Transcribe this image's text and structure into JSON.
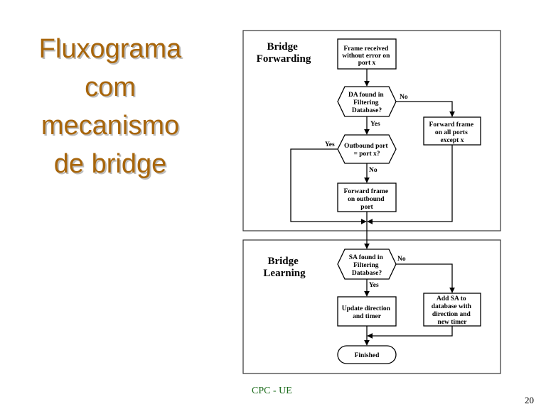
{
  "slide": {
    "title_lines": [
      "Fluxograma",
      "com",
      "mecanismo",
      "de bridge"
    ],
    "footer_left": "CPC - UE",
    "page_number": "20"
  },
  "colors": {
    "title": "#a8650a",
    "footer_left": "#1a6b1a"
  },
  "diagram": {
    "forwarding_label": [
      "Bridge",
      "Forwarding"
    ],
    "learning_label": [
      "Bridge",
      "Learning"
    ],
    "nodes": {
      "frame_received": [
        "Frame received",
        "without error on",
        "port x"
      ],
      "da_found": [
        "DA found in",
        "Filtering",
        "Database?"
      ],
      "forward_all": [
        "Forward frame",
        "on all ports",
        "except x"
      ],
      "outbound_port": [
        "Outbound port",
        "= port x?"
      ],
      "forward_outbound": [
        "Forward frame",
        "on outbound",
        "port"
      ],
      "sa_found": [
        "SA found in",
        "Filtering",
        "Database?"
      ],
      "update_direction": [
        "Update direction",
        "and timer"
      ],
      "add_sa": [
        "Add SA to",
        "database with",
        "direction and",
        "new timer"
      ],
      "finished": [
        "Finished"
      ]
    },
    "edge_labels": {
      "da_no": "No",
      "da_yes": "Yes",
      "outbound_yes": "Yes",
      "outbound_no": "No",
      "sa_no": "No",
      "sa_yes": "Yes"
    }
  }
}
